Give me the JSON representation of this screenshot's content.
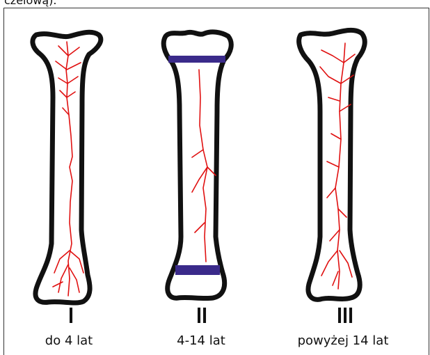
{
  "header": {
    "cut_text": "czeiową)."
  },
  "bones": [
    {
      "numeral": "I",
      "age_label": "do 4 lat"
    },
    {
      "numeral": "II",
      "age_label": "4-14 lat"
    },
    {
      "numeral": "III",
      "age_label": "powyżej 14 lat"
    }
  ],
  "colors": {
    "outline": "#111111",
    "vessels": "#e01010",
    "growth_plate": "#3a2a8a"
  }
}
